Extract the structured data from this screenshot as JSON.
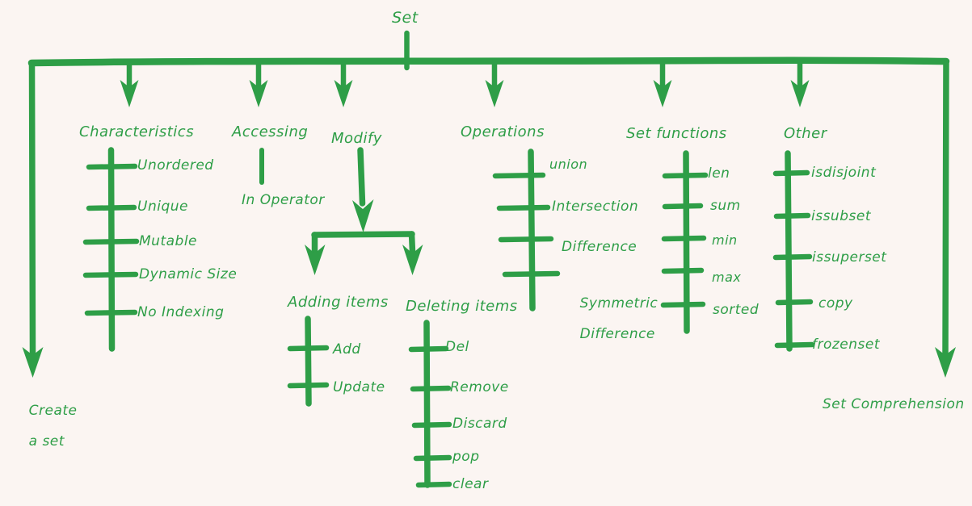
{
  "diagram": {
    "title": "Set",
    "style": "hand-drawn mind map",
    "colors": {
      "stroke": "#2e9e47",
      "text": "#2e9e47",
      "background": "#fbf5f2"
    },
    "root": {
      "label": "Set"
    },
    "terminals": {
      "left": {
        "label_line1": "Create",
        "label_line2": "a set"
      },
      "right": {
        "label": "Set Comprehension"
      }
    },
    "branches": [
      {
        "id": "characteristics",
        "label": "Characteristics",
        "items": [
          "Unordered",
          "Unique",
          "Mutable",
          "Dynamic Size",
          "No Indexing"
        ]
      },
      {
        "id": "accessing",
        "label": "Accessing",
        "items": [
          "In Operator"
        ]
      },
      {
        "id": "modify",
        "label": "Modify",
        "children": [
          {
            "id": "adding-items",
            "label": "Adding items",
            "items": [
              "Add",
              "Update"
            ]
          },
          {
            "id": "deleting-items",
            "label": "Deleting items",
            "items": [
              "Del",
              "Remove",
              "Discard",
              "pop",
              "clear"
            ]
          }
        ]
      },
      {
        "id": "operations",
        "label": "Operations",
        "items": [
          "union",
          "Intersection",
          "Difference",
          "Symmetric Difference"
        ],
        "items_wrapped": [
          [
            "union"
          ],
          [
            "Intersection"
          ],
          [
            "Difference"
          ],
          [
            "Symmetric",
            "Difference"
          ]
        ]
      },
      {
        "id": "set-functions",
        "label": "Set functions",
        "items": [
          "len",
          "sum",
          "min",
          "max",
          "sorted"
        ]
      },
      {
        "id": "other",
        "label": "Other",
        "items": [
          "isdisjoint",
          "issubset",
          "issuperset",
          "copy",
          "frozenset"
        ]
      }
    ]
  },
  "text": {
    "root": "Set",
    "characteristics": "Characteristics",
    "c1": "Unordered",
    "c2": "Unique",
    "c3": "Mutable",
    "c4": "Dynamic Size",
    "c5": "No Indexing",
    "accessing": "Accessing",
    "a1": "In Operator",
    "modify": "Modify",
    "adding": "Adding items",
    "ad1": "Add",
    "ad2": "Update",
    "deleting": "Deleting items",
    "d1": "Del",
    "d2": "Remove",
    "d3": "Discard",
    "d4": "pop",
    "d5": "clear",
    "operations": "Operations",
    "o1": "union",
    "o2": "Intersection",
    "o3": "Difference",
    "o4a": "Symmetric",
    "o4b": "Difference",
    "setfunctions": "Set functions",
    "f1": "len",
    "f2": "sum",
    "f3": "min",
    "f4": "max",
    "f5": "sorted",
    "other": "Other",
    "x1": "isdisjoint",
    "x2": "issubset",
    "x3": "issuperset",
    "x4": "copy",
    "x5": "frozenset",
    "create1": "Create",
    "create2": "a set",
    "comprehension": "Set Comprehension"
  }
}
